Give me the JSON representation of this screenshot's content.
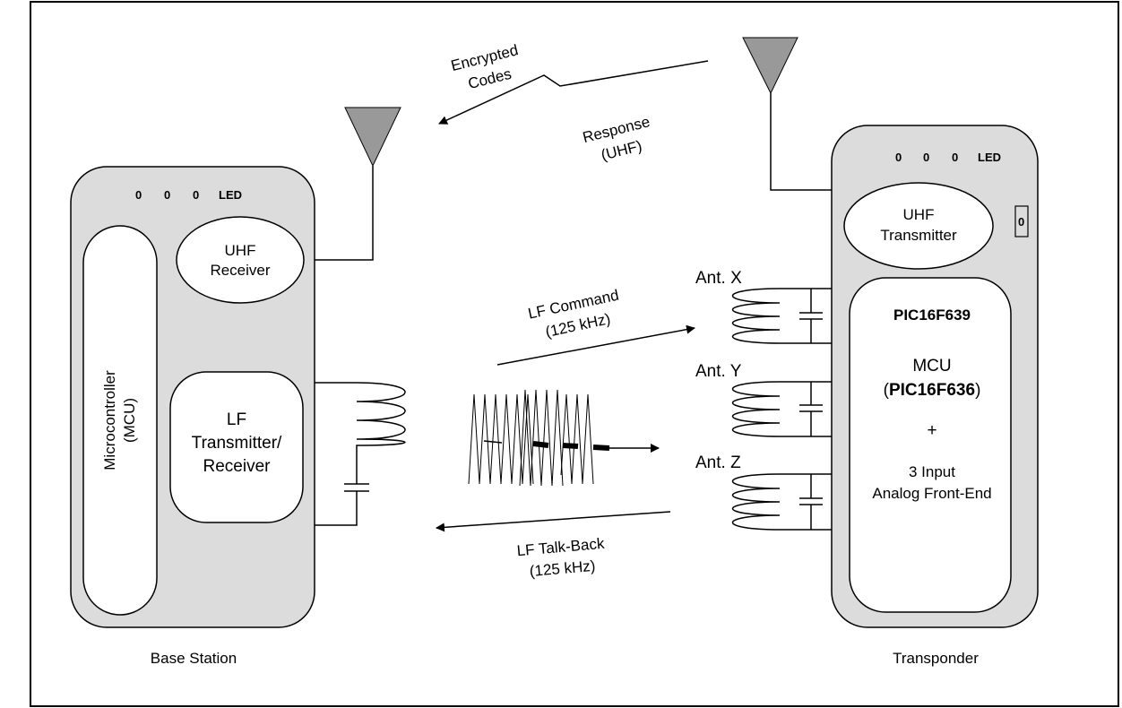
{
  "base_station": {
    "caption": "Base Station",
    "led_label": "LED",
    "led_markers": [
      "0",
      "0",
      "0"
    ],
    "mcu_line1": "Microcontroller",
    "mcu_line2": "(MCU)",
    "uhf_receiver_line1": "UHF",
    "uhf_receiver_line2": "Receiver",
    "lf_trx_line1": "LF",
    "lf_trx_line2": "Transmitter/",
    "lf_trx_line3": "Receiver"
  },
  "transponder": {
    "caption": "Transponder",
    "led_label": "LED",
    "led_markers": [
      "0",
      "0",
      "0"
    ],
    "uhf_tx_line1": "UHF",
    "uhf_tx_line2": "Transmitter",
    "side_indicator": "0",
    "pic_title": "PIC16F639",
    "mcu_line1": "MCU",
    "mcu_paren_open": "(",
    "mcu_line2_bold": "PIC16F636",
    "mcu_paren_close": ")",
    "plus": "+",
    "afe_line1": "3 Input",
    "afe_line2": "Analog Front-End",
    "antennas": [
      "Ant. X",
      "Ant. Y",
      "Ant. Z"
    ]
  },
  "links": {
    "encrypted_line1": "Encrypted",
    "encrypted_line2": "Codes",
    "response_line1": "Response",
    "response_line2": "(UHF)",
    "lf_command_line1": "LF Command",
    "lf_command_line2": "(125 kHz)",
    "lf_talkback_line1": "LF Talk-Back",
    "lf_talkback_line2": "(125 kHz)"
  },
  "colors": {
    "body_fill": "#dcdcdc",
    "antenna_fill": "#999999",
    "stroke": "#000000",
    "inner_fill": "#ffffff"
  }
}
